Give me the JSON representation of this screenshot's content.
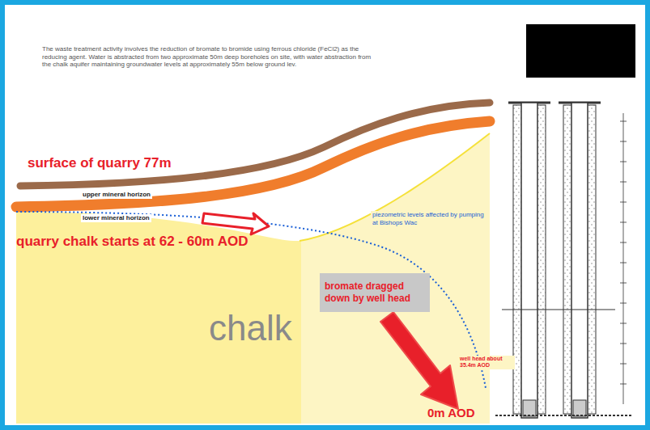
{
  "diagram": {
    "nodes": [
      {
        "text": [
          "bromate dragged down by well head"
        ]
      }
    ],
    "labels": [
      "The waste treatment activity involves the reduction of bromate to bromide using ferrous chloride (FeCl2) as the reducing agent. Water is abstracted from two approximate 50m deep boreholes on site, with water abstraction from the chalk aquifer maintaining groundwater levels at approximately 55m below ground lev.",
      "surface of quarry 77m",
      "upper mineral horizon",
      "lower mineral horizon",
      "quarry chalk starts at 62 - 60m AOD",
      "chalk",
      "piezometric levels affected by pumping at Bishops Wac",
      "well head about 35.4m AOD",
      "0m AOD"
    ]
  }
}
